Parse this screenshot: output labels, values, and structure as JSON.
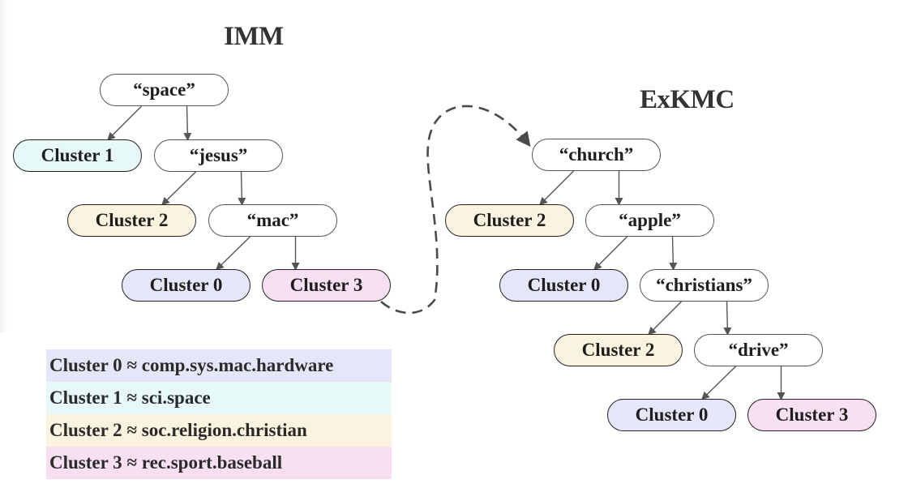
{
  "colors": {
    "cluster_0": "#e6e6fa",
    "cluster_1": "#e6f8f8",
    "cluster_2": "#fbf3e0",
    "cluster_3": "#f8e0f2",
    "edge": "#555555"
  },
  "imm": {
    "title": "IMM",
    "nodes": [
      {
        "id": "space",
        "label": "“space”",
        "type": "split"
      },
      {
        "id": "imm-c1",
        "label": "Cluster 1",
        "type": "leaf",
        "cluster": "cluster_1"
      },
      {
        "id": "jesus",
        "label": "“jesus”",
        "type": "split"
      },
      {
        "id": "imm-c2",
        "label": "Cluster 2",
        "type": "leaf",
        "cluster": "cluster_2"
      },
      {
        "id": "mac",
        "label": "“mac”",
        "type": "split"
      },
      {
        "id": "imm-c0",
        "label": "Cluster 0",
        "type": "leaf",
        "cluster": "cluster_0"
      },
      {
        "id": "imm-c3",
        "label": "Cluster 3",
        "type": "leaf",
        "cluster": "cluster_3"
      }
    ],
    "edges": [
      [
        "space",
        "imm-c1"
      ],
      [
        "space",
        "jesus"
      ],
      [
        "jesus",
        "imm-c2"
      ],
      [
        "jesus",
        "mac"
      ],
      [
        "mac",
        "imm-c0"
      ],
      [
        "mac",
        "imm-c3"
      ]
    ]
  },
  "exkmc": {
    "title": "ExKMC",
    "nodes": [
      {
        "id": "church",
        "label": "“church”",
        "type": "split"
      },
      {
        "id": "ex-c2a",
        "label": "Cluster 2",
        "type": "leaf",
        "cluster": "cluster_2"
      },
      {
        "id": "apple",
        "label": "“apple”",
        "type": "split"
      },
      {
        "id": "ex-c0a",
        "label": "Cluster 0",
        "type": "leaf",
        "cluster": "cluster_0"
      },
      {
        "id": "christians",
        "label": "“christians”",
        "type": "split"
      },
      {
        "id": "ex-c2b",
        "label": "Cluster 2",
        "type": "leaf",
        "cluster": "cluster_2"
      },
      {
        "id": "drive",
        "label": "“drive”",
        "type": "split"
      },
      {
        "id": "ex-c0b",
        "label": "Cluster 0",
        "type": "leaf",
        "cluster": "cluster_0"
      },
      {
        "id": "ex-c3",
        "label": "Cluster 3",
        "type": "leaf",
        "cluster": "cluster_3"
      }
    ],
    "edges": [
      [
        "church",
        "ex-c2a"
      ],
      [
        "church",
        "apple"
      ],
      [
        "apple",
        "ex-c0a"
      ],
      [
        "apple",
        "christians"
      ],
      [
        "christians",
        "ex-c2b"
      ],
      [
        "christians",
        "drive"
      ],
      [
        "drive",
        "ex-c0b"
      ],
      [
        "drive",
        "ex-c3"
      ]
    ]
  },
  "connector": {
    "from": "imm-c3",
    "to": "church",
    "style": "dashed"
  },
  "legend": [
    {
      "text": "Cluster 0 ≈ comp.sys.mac.hardware",
      "cluster": "cluster_0"
    },
    {
      "text": "Cluster 1 ≈ sci.space",
      "cluster": "cluster_1"
    },
    {
      "text": "Cluster 2 ≈ soc.religion.christian",
      "cluster": "cluster_2"
    },
    {
      "text": "Cluster 3 ≈ rec.sport.baseball",
      "cluster": "cluster_3"
    }
  ]
}
